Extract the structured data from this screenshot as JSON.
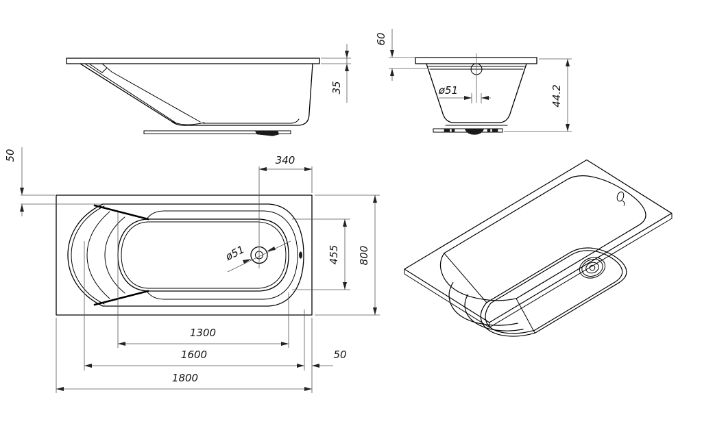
{
  "drawing": {
    "type": "bathtub technical drawing, 4 views",
    "colors": {
      "line": "#000000",
      "dimension": "#555555",
      "background": "#ffffff"
    },
    "views": {
      "side": {
        "dims": {
          "rim_height": "35"
        }
      },
      "end": {
        "dims": {
          "rim_to_lip": "60",
          "drain_diameter": "ø51",
          "overall_height": "44.2"
        }
      },
      "plan": {
        "dims": {
          "rim_width_top": "50",
          "drain_to_edge": "340",
          "drain_diameter": "ø51",
          "bottom_width": "455",
          "overall_width": "800",
          "bottom_length": "1300",
          "inner_length": "1600",
          "rim_width_right": "50",
          "overall_length": "1800"
        }
      },
      "isometric": {
        "dims": {}
      }
    }
  }
}
